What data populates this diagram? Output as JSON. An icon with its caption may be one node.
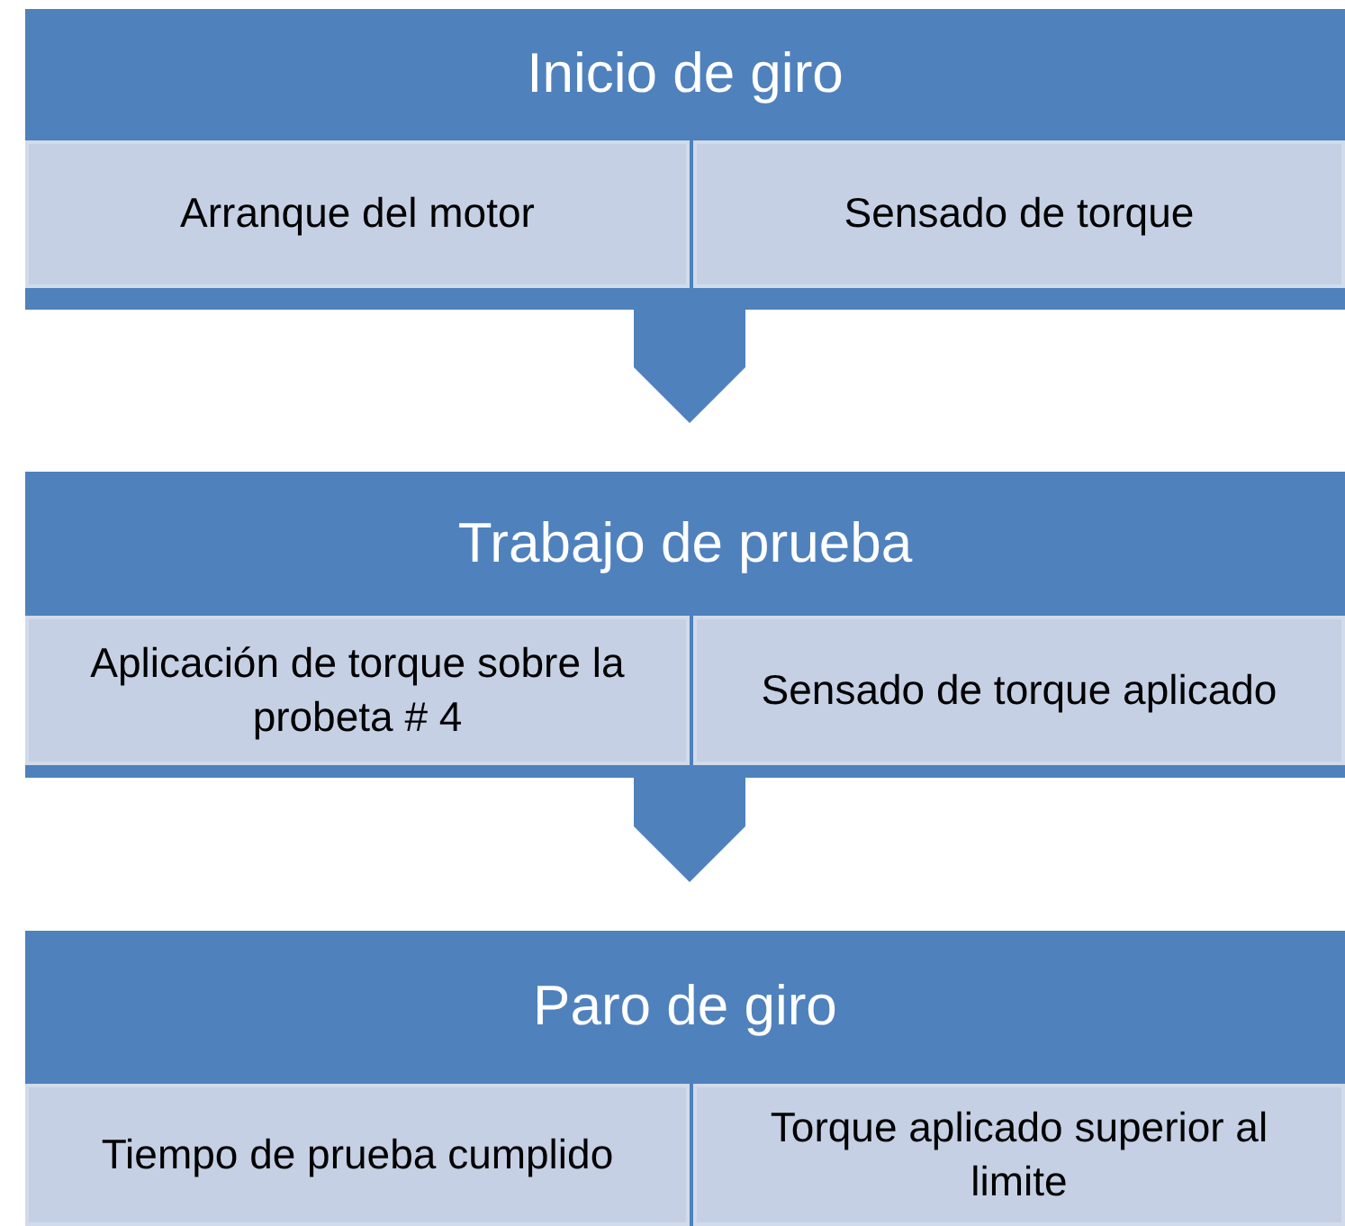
{
  "diagram": {
    "nodes": [
      {
        "text": [
          "Inicio de giro"
        ]
      },
      {
        "text": [
          "Arranque del motor"
        ],
        "in": 0
      },
      {
        "text": [
          "Sensado de torque"
        ],
        "in": 0
      },
      {
        "text": [
          "Trabajo de prueba"
        ]
      },
      {
        "text": [
          "Aplicación de torque sobre la probeta # 4"
        ],
        "in": 3
      },
      {
        "text": [
          "Sensado de torque aplicado"
        ],
        "in": 3
      },
      {
        "text": [
          "Paro de giro"
        ]
      },
      {
        "text": [
          "Tiempo de prueba cumplido"
        ],
        "in": 6
      },
      {
        "text": [
          "Torque aplicado superior al limite"
        ],
        "in": 6
      }
    ],
    "edges": [
      {
        "from": 0,
        "to": 3,
        "arrow": "to"
      },
      {
        "from": 3,
        "to": 6,
        "arrow": "to"
      }
    ]
  }
}
